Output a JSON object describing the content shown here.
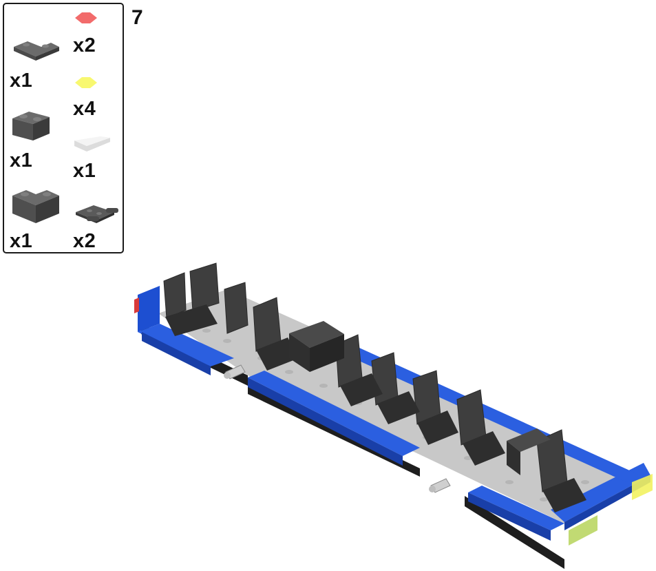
{
  "step": {
    "number": "7"
  },
  "parts_list": [
    {
      "icon": "dark-gray-l-plate-icon",
      "color": "#5a5a5a",
      "quantity": "x1"
    },
    {
      "icon": "dark-gray-1x2-brick-icon",
      "color": "#5a5a5a",
      "quantity": "x1"
    },
    {
      "icon": "dark-gray-l-brick-icon",
      "color": "#5a5a5a",
      "quantity": "x1"
    },
    {
      "icon": "trans-red-round-tile-icon",
      "color": "#f26b6b",
      "quantity": "x2"
    },
    {
      "icon": "trans-yellow-round-tile-icon",
      "color": "#f8f870",
      "quantity": "x4"
    },
    {
      "icon": "white-thin-plate-icon",
      "color": "#e8e8e8",
      "quantity": "x1"
    },
    {
      "icon": "dark-gray-plate-with-clips-icon",
      "color": "#4a4a4a",
      "quantity": "x2"
    }
  ],
  "model": {
    "description_icon": "train-car-chassis-icon",
    "colors": {
      "blue": "#1d4fd1",
      "light_gray": "#c8c8c8",
      "dark_gray": "#3a3a3a",
      "black": "#1e1e1e"
    }
  }
}
